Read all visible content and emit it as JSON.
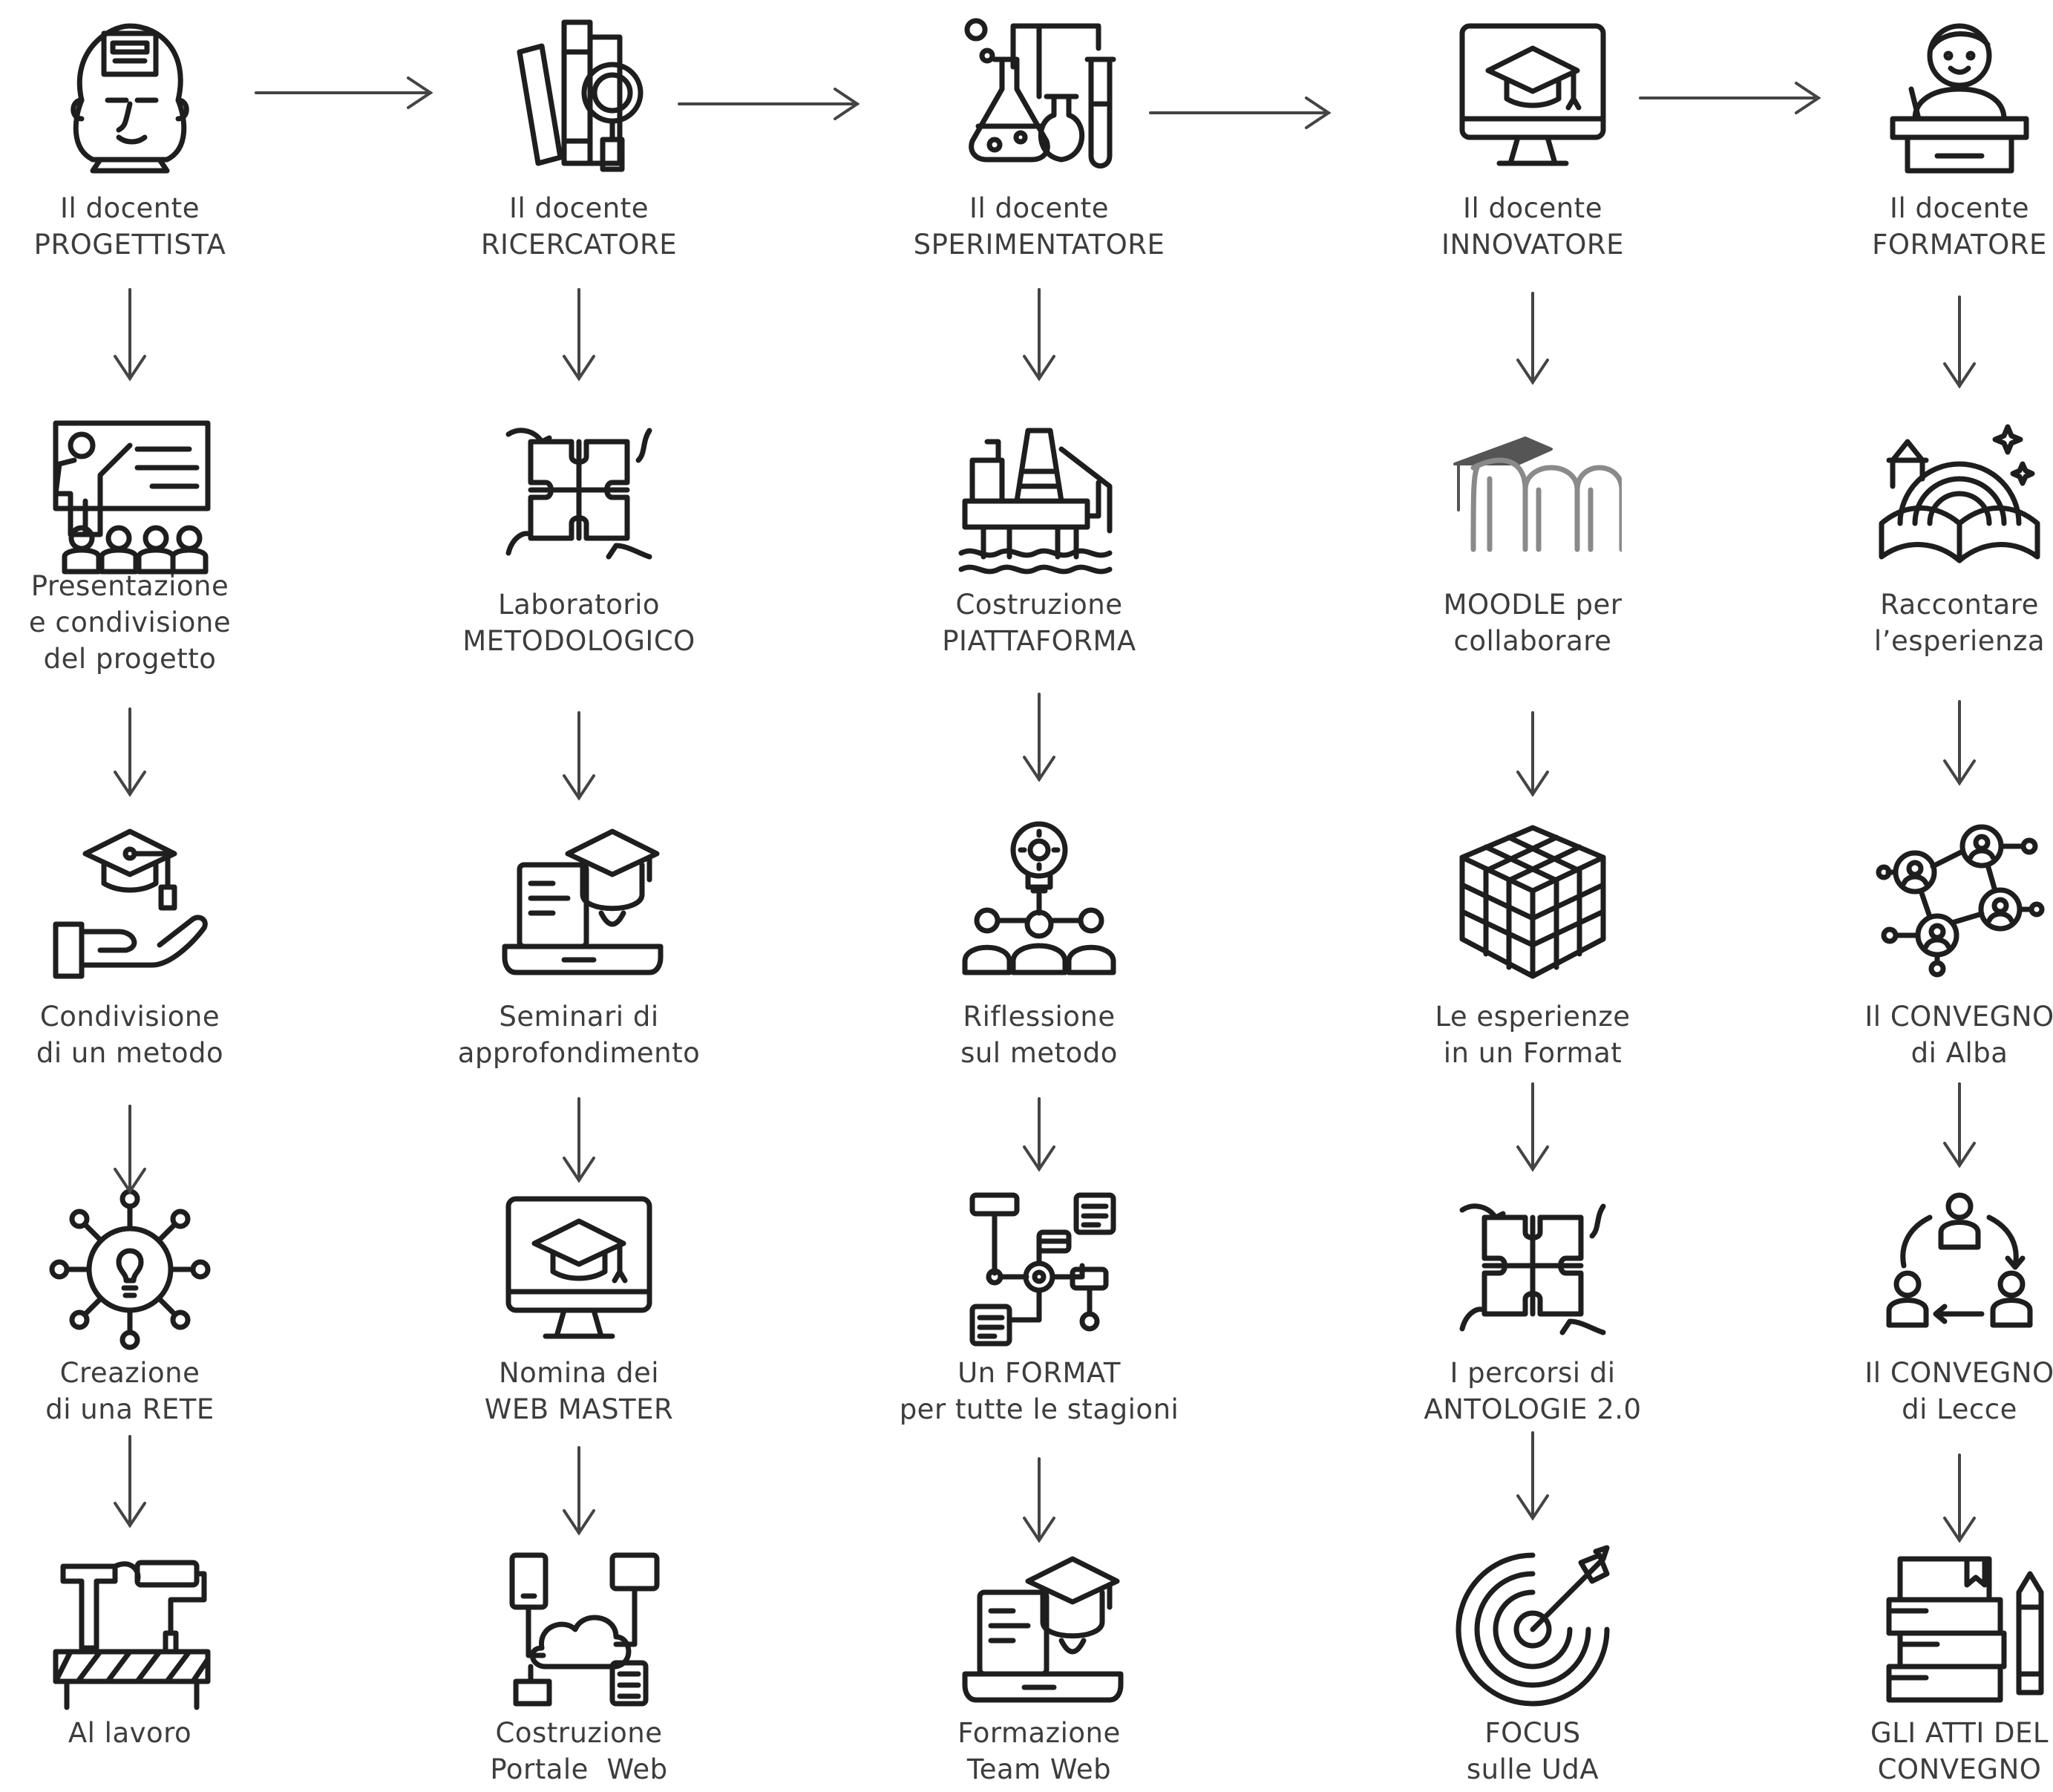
{
  "colors": {
    "stroke": "#1e1e1e",
    "text": "#3d3d3d",
    "moodle_gray": "#8a8a8a",
    "moodle_dark": "#555555"
  },
  "columns": [
    {
      "header": {
        "line1": "Il docente",
        "line2": "PROGETTISTA",
        "icon": "teacher-head-icon"
      },
      "steps": [
        {
          "line1": "Presentazione",
          "line2": "e condivisione",
          "line3": "del progetto",
          "icon": "presentation-icon"
        },
        {
          "line1": "Condivisione",
          "line2": "di un metodo",
          "icon": "hand-graduation-cap-icon"
        },
        {
          "line1": "Creazione",
          "line2": "di una RETE",
          "icon": "network-bulb-icon"
        },
        {
          "line1": "Al lavoro",
          "line2": "",
          "icon": "work-tools-icon"
        }
      ]
    },
    {
      "header": {
        "line1": "Il docente",
        "line2": "RICERCATORE",
        "icon": "books-magnifier-icon"
      },
      "steps": [
        {
          "line1": "Laboratorio",
          "line2": "METODOLOGICO",
          "icon": "puzzle-hands-icon"
        },
        {
          "line1": "Seminari di",
          "line2": "approfondimento",
          "icon": "laptop-graduate-icon"
        },
        {
          "line1": "Nomina dei",
          "line2": "WEB MASTER",
          "icon": "monitor-graduation-cap-icon"
        },
        {
          "line1": "Costruzione",
          "line2": "Portale  Web",
          "icon": "cloud-network-icon"
        }
      ]
    },
    {
      "header": {
        "line1": "Il docente",
        "line2": "SPERIMENTATORE",
        "icon": "lab-flasks-icon"
      },
      "steps": [
        {
          "line1": "Costruzione",
          "line2": "PIATTAFORMA",
          "icon": "oil-platform-icon"
        },
        {
          "line1": "Riflessione",
          "line2": "sul metodo",
          "icon": "idea-team-icon"
        },
        {
          "line1": "Un FORMAT",
          "line2": "per tutte le stagioni",
          "icon": "flowchart-icon"
        },
        {
          "line1": "Formazione",
          "line2": "Team Web",
          "icon": "laptop-graduate-icon"
        }
      ]
    },
    {
      "header": {
        "line1": "Il docente",
        "line2": "INNOVATORE",
        "icon": "monitor-graduation-cap-icon"
      },
      "steps": [
        {
          "line1": "MOODLE per",
          "line2": "collaborare",
          "icon": "moodle-logo-icon"
        },
        {
          "line1": "Le esperienze",
          "line2": "in un Format",
          "icon": "rubik-cube-icon"
        },
        {
          "line1": "I percorsi di",
          "line2": "ANTOLOGIE 2.0",
          "icon": "puzzle-hands-icon"
        },
        {
          "line1": "FOCUS",
          "line2": "sulle UdA",
          "icon": "target-arrow-icon"
        }
      ]
    },
    {
      "header": {
        "line1": "Il docente",
        "line2": "FORMATORE",
        "icon": "speaker-podium-icon"
      },
      "steps": [
        {
          "line1": "Raccontare",
          "line2": "l’esperienza",
          "icon": "storybook-rainbow-icon"
        },
        {
          "line1": "Il CONVEGNO",
          "line2": "di Alba",
          "icon": "people-network-icon"
        },
        {
          "line1": "Il CONVEGNO",
          "line2": "di Lecce",
          "icon": "people-cycle-icon"
        },
        {
          "line1": "GLI ATTI DEL",
          "line2": "CONVEGNO",
          "icon": "books-pencil-icon"
        }
      ]
    }
  ]
}
